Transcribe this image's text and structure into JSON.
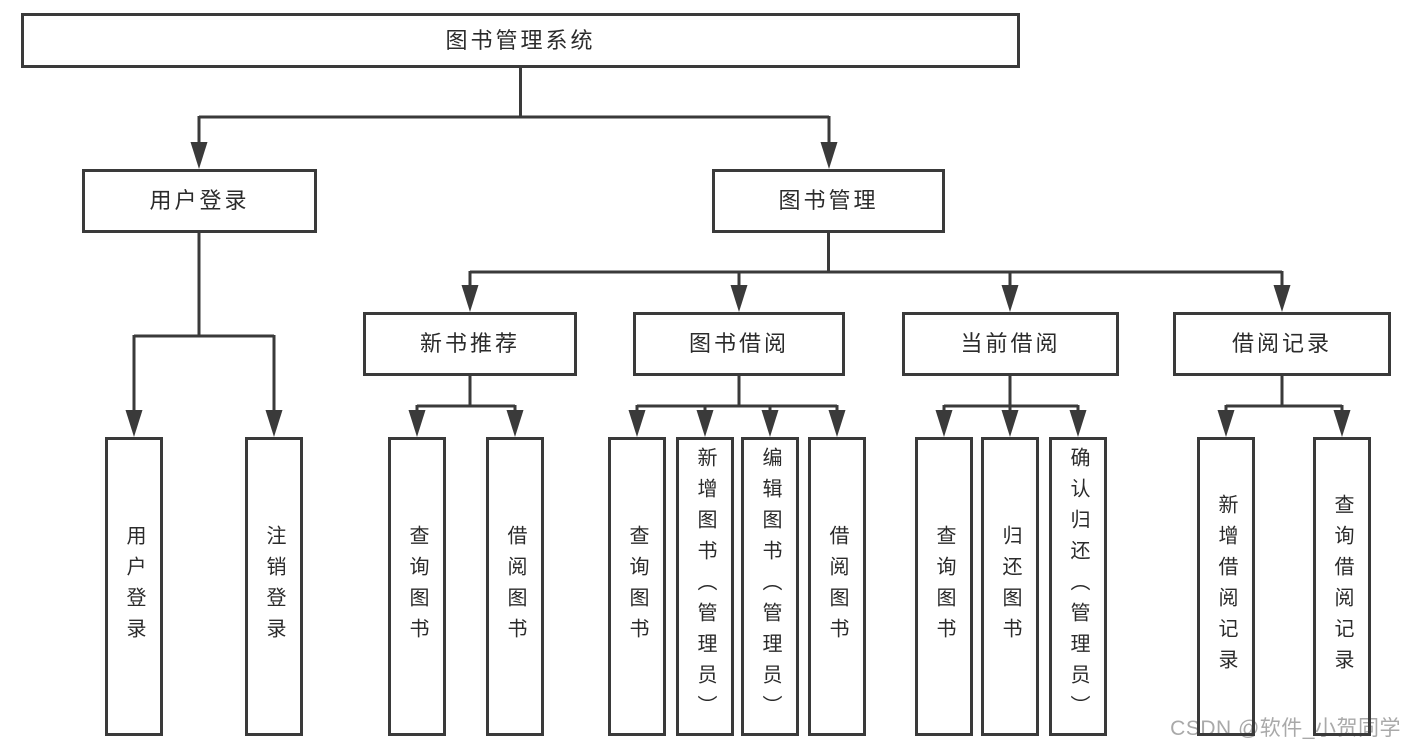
{
  "diagram": {
    "root": "图书管理系统",
    "level2": [
      "用户登录",
      "图书管理"
    ],
    "level3": [
      "新书推荐",
      "图书借阅",
      "当前借阅",
      "借阅记录"
    ],
    "leaves": [
      "用户登录",
      "注销登录",
      "查询图书",
      "借阅图书",
      "查询图书",
      "新增图书（管理员）",
      "编辑图书（管理员）",
      "借阅图书",
      "查询图书",
      "归还图书",
      "确认归还（管理员）",
      "新增借阅记录",
      "查询借阅记录"
    ]
  },
  "watermark": "CSDN @软件_小贺同学",
  "colors": {
    "line": "#3a3a3a",
    "box_border": "#3a3a3a",
    "text": "#2b2b2b",
    "watermark": "#a9a9a9",
    "background": "#ffffff"
  }
}
